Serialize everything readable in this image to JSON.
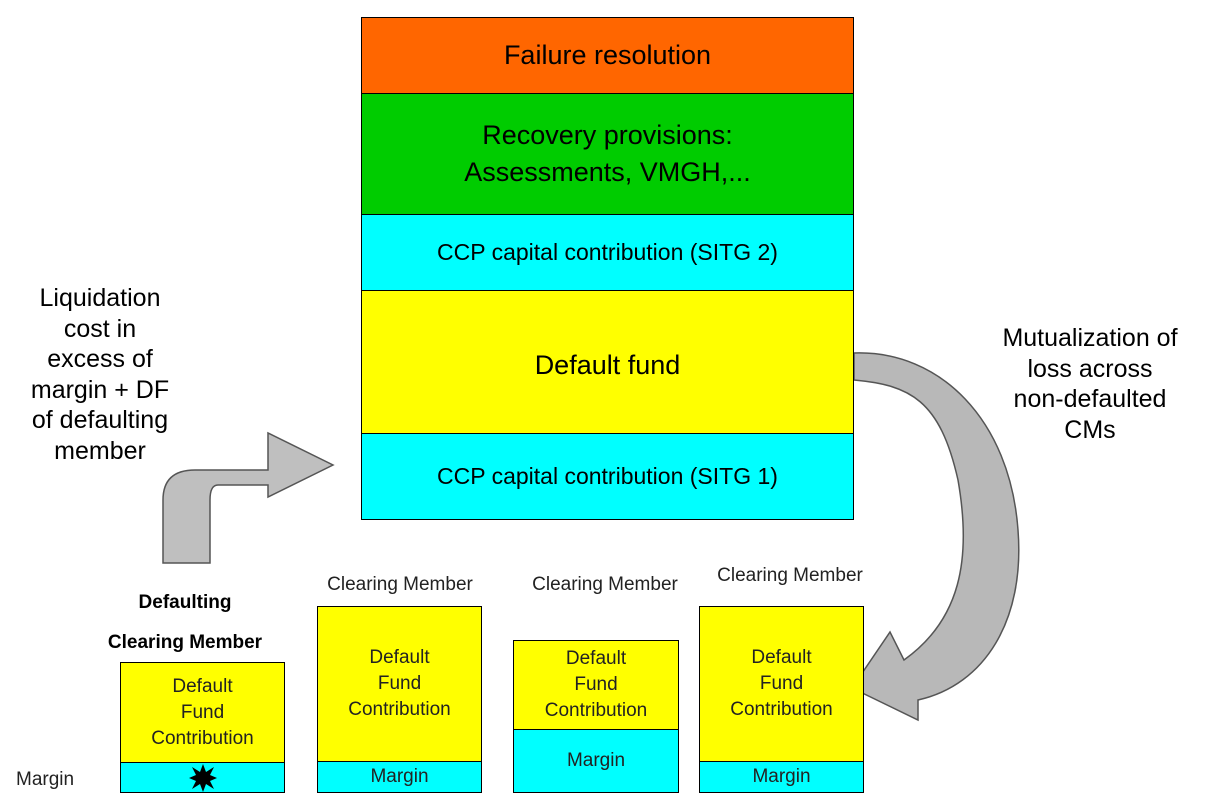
{
  "colors": {
    "failure": "#ff6600",
    "recovery": "#00cc00",
    "capital": "#00ffff",
    "default_fund": "#ffff00",
    "arrow_fill": "#bfbfbf"
  },
  "stack": {
    "failure_resolution": "Failure resolution",
    "recovery_line1": "Recovery provisions:",
    "recovery_line2": "Assessments, VMGH,...",
    "ccp_capital_2": "CCP capital contribution (SITG 2)",
    "default_fund": "Default fund",
    "ccp_capital_1": "CCP capital contribution (SITG 1)"
  },
  "left_note": [
    "Liquidation",
    "cost in",
    "excess of",
    "margin + DF",
    "of defaulting",
    "member"
  ],
  "right_note": [
    "Mutualization of",
    "loss across",
    "non-defaulted",
    "CMs"
  ],
  "members": {
    "defaulting_title_line1": "Defaulting",
    "defaulting_title_line2": "Clearing Member",
    "clearing_member": "Clearing Member",
    "df_line1": "Default",
    "df_line2": "Fund",
    "df_line3": "Contribution",
    "margin": "Margin"
  },
  "icons": {
    "default_burst": "burst-icon",
    "curved_arrow_left": "curved-arrow-icon",
    "curved_arrow_right": "curved-arrow-icon"
  }
}
